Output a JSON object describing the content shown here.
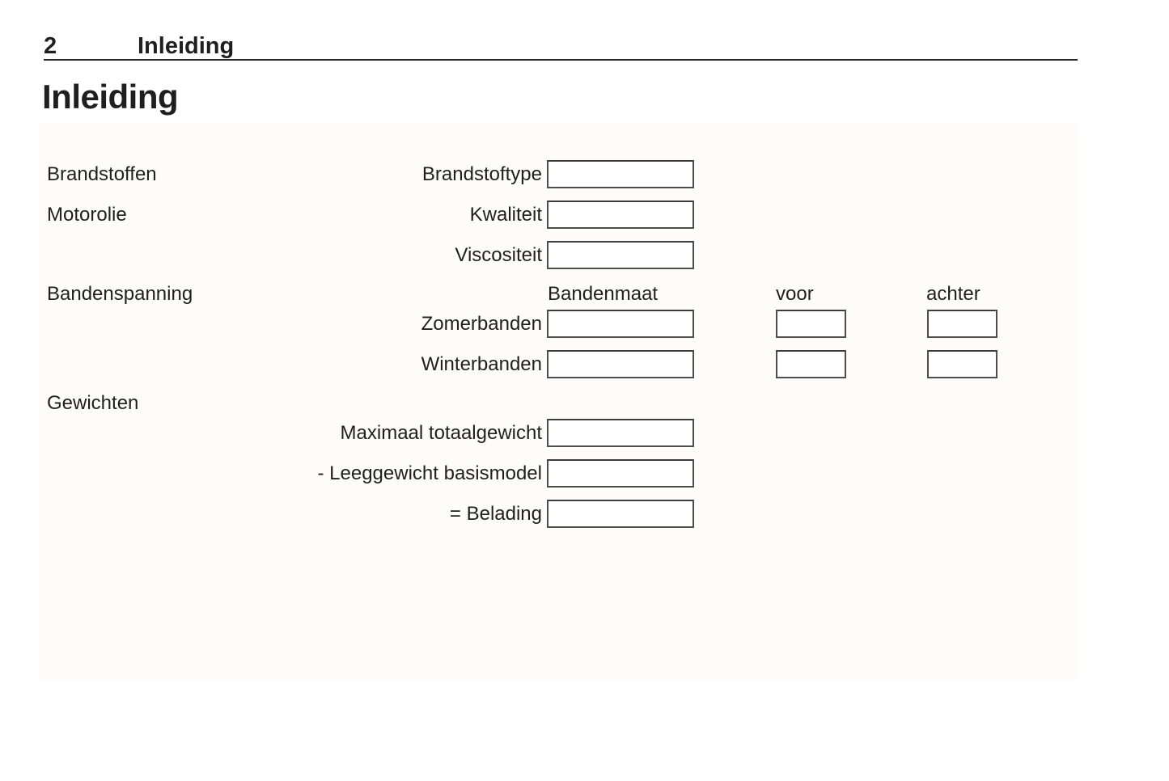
{
  "colors": {
    "text": "#1f1f1f",
    "rule": "#2b2b2b",
    "panel_background": "#fdfcf8",
    "box_border": "#4d4d4d",
    "box_fill": "#ffffff",
    "page_background": "#ffffff"
  },
  "header": {
    "page_number": "2",
    "chapter_title": "Inleiding"
  },
  "title": "Inleiding",
  "form": {
    "fuel": {
      "section_label": "Brandstoffen",
      "field_label": "Brandstoftype",
      "value": ""
    },
    "oil": {
      "section_label": "Motorolie",
      "quality_label": "Kwaliteit",
      "quality_value": "",
      "viscosity_label": "Viscositeit",
      "viscosity_value": ""
    },
    "tires": {
      "section_label": "Bandenspanning",
      "columns": {
        "size": "Bandenmaat",
        "front": "voor",
        "rear": "achter"
      },
      "summer": {
        "label": "Zomerbanden",
        "size_value": "",
        "front_value": "",
        "rear_value": ""
      },
      "winter": {
        "label": "Winterbanden",
        "size_value": "",
        "front_value": "",
        "rear_value": ""
      }
    },
    "weights": {
      "section_label": "Gewichten",
      "max_total_label": "Maximaal totaalgewicht",
      "max_total_value": "",
      "curb_label": "- Leeggewicht basismodel",
      "curb_value": "",
      "payload_label": "= Belading",
      "payload_value": ""
    }
  }
}
